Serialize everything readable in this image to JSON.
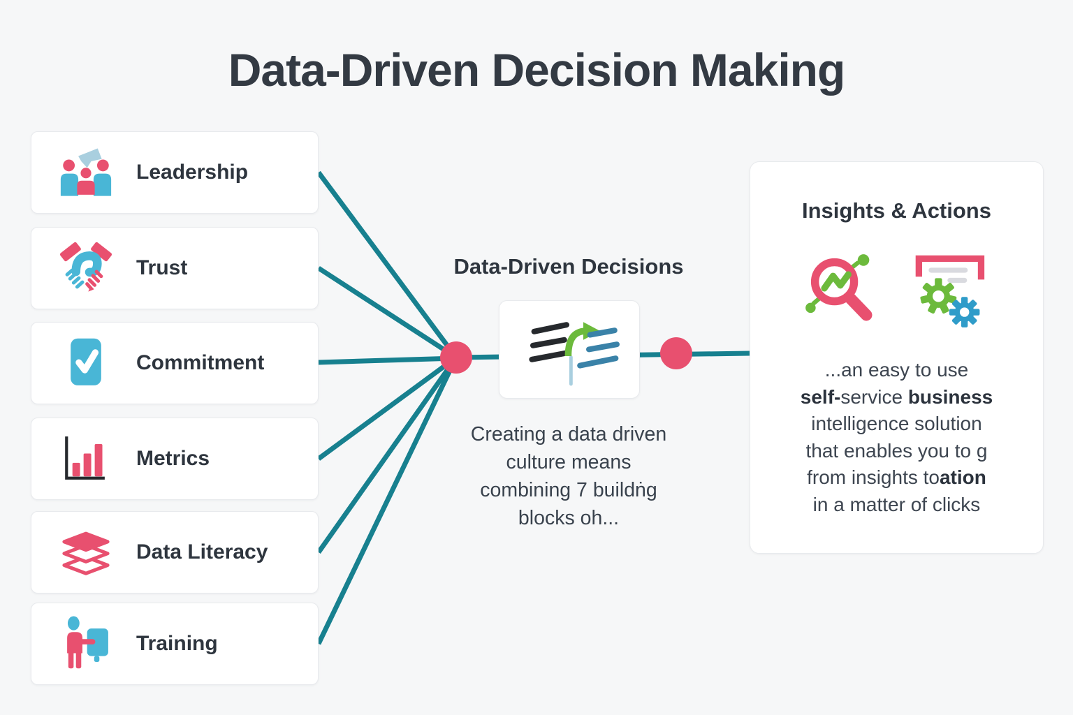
{
  "title": "Data-Driven Decision Making",
  "colors": {
    "teal": "#17808F",
    "pink": "#E8506F",
    "blue": "#49B6D6",
    "steel": "#3A82A8",
    "green": "#6CBA3C",
    "lightblue": "#A9CFDF",
    "dark": "#333A43",
    "gear-blue": "#2F9CC9"
  },
  "building_blocks": [
    {
      "label": "Leadership",
      "icon": "team-icon"
    },
    {
      "label": "Trust",
      "icon": "handshake-icon"
    },
    {
      "label": "Commitment",
      "icon": "checkbox-icon"
    },
    {
      "label": "Metrics",
      "icon": "bar-chart-icon"
    },
    {
      "label": "Data Literacy",
      "icon": "books-icon"
    },
    {
      "label": "Training",
      "icon": "trainer-icon"
    }
  ],
  "center": {
    "heading": "Data-Driven Decisions",
    "icon": "transform-arrow-icon",
    "description_lines": [
      "Creating a data driven",
      "culture means",
      "combining 7 buildṅg",
      "blocks oh..."
    ]
  },
  "insights": {
    "heading": "Insights & Actions",
    "icons": [
      "magnifier-chart-icon",
      "gears-icon"
    ],
    "description_rich": [
      [
        {
          "t": "...an easy to use",
          "b": false
        }
      ],
      [
        {
          "t": "self-",
          "b": true
        },
        {
          "t": "service ",
          "b": false
        },
        {
          "t": "business",
          "b": true
        }
      ],
      [
        {
          "t": "intelligence solution",
          "b": false
        }
      ],
      [
        {
          "t": "that enables you to g",
          "b": false
        }
      ],
      [
        {
          "t": "from insights to",
          "b": false
        },
        {
          "t": "ation",
          "b": true
        }
      ],
      [
        {
          "t": "in a matter of clicks",
          "b": false
        }
      ]
    ]
  }
}
